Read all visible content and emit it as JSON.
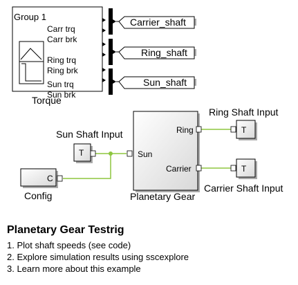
{
  "torque_block": {
    "label": "Torque",
    "group_label": "Group 1",
    "ports": [
      "Carr trq",
      "Carr brk",
      "Ring trq",
      "Ring brk",
      "Sun trq",
      "Sun brk"
    ]
  },
  "goto_tags": [
    "Carrier_shaft",
    "Ring_shaft",
    "Sun_shaft"
  ],
  "sun_input": {
    "label": "Sun Shaft Input",
    "port": "T"
  },
  "config": {
    "label": "Config",
    "port": "C"
  },
  "planetary_gear": {
    "label": "Planetary Gear",
    "ports": {
      "sun": "Sun",
      "ring": "Ring",
      "carrier": "Carrier"
    }
  },
  "ring_input": {
    "label": "Ring Shaft Input",
    "port": "T"
  },
  "carrier_input": {
    "label": "Carrier Shaft Input",
    "port": "T"
  },
  "description": {
    "title": "Planetary Gear Testrig",
    "items": [
      "1. Plot shaft speeds  (see code)",
      "2. Explore simulation results using sscexplore",
      "3. Learn more about this example"
    ]
  },
  "colors": {
    "physical_line": "#8dc63f",
    "block_fill": "#e4e4e4",
    "shadow": "#aaaaaa"
  }
}
